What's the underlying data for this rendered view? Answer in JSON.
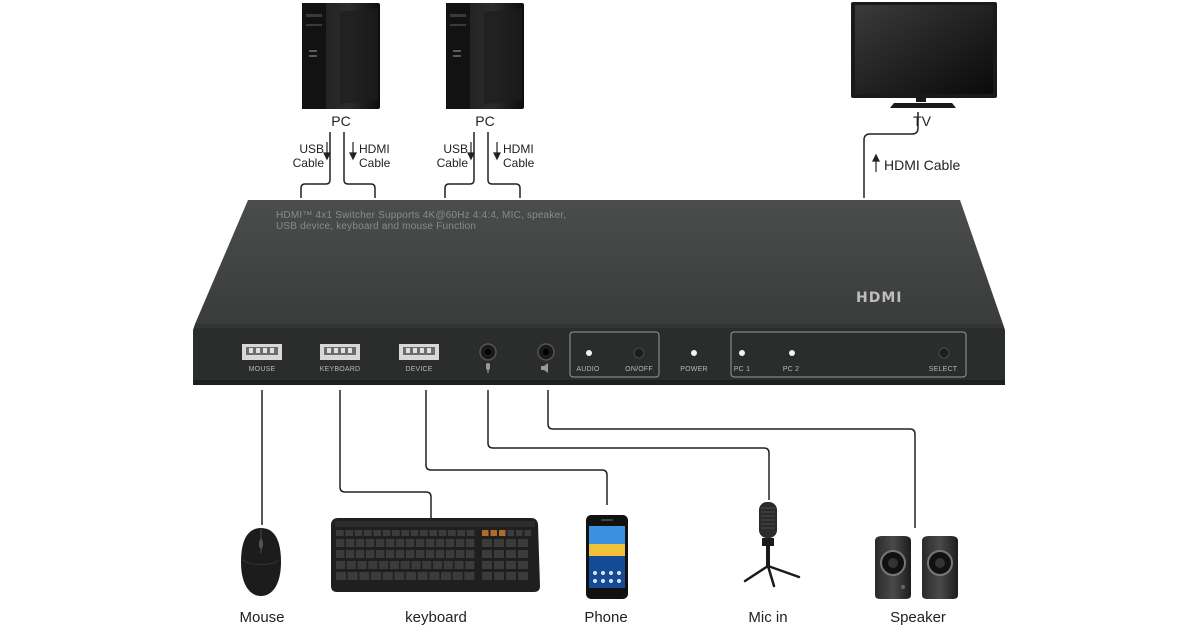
{
  "device": {
    "description_line1": "HDMI™ 4x1 Switcher Supports 4K@60Hz 4:4:4, MIC, speaker,",
    "description_line2": "USB device, keyboard and mouse Function",
    "logo": "HDMI",
    "ports": {
      "mouse": "MOUSE",
      "keyboard": "KEYBOARD",
      "device": "DEVICE",
      "audio": "AUDIO",
      "on_off": "ON/OFF",
      "power": "POWER",
      "pc1": "PC 1",
      "pc2": "PC 2",
      "select": "SELECT"
    },
    "colors": {
      "body": "#3b3d3d",
      "front": "#2a2b2b",
      "top_highlight": "#4a4c4c"
    }
  },
  "inputs": [
    {
      "label": "PC",
      "usb_cable": [
        "USB",
        "Cable"
      ],
      "hdmi_cable": [
        "HDMI",
        "Cable"
      ]
    },
    {
      "label": "PC",
      "usb_cable": [
        "USB",
        "Cable"
      ],
      "hdmi_cable": [
        "HDMI",
        "Cable"
      ]
    }
  ],
  "output": {
    "label": "TV",
    "cable": "HDMI Cable"
  },
  "peripherals": [
    {
      "label": "Mouse",
      "icon": "mouse-icon"
    },
    {
      "label": "keyboard",
      "icon": "keyboard-icon"
    },
    {
      "label": "Phone",
      "icon": "phone-icon"
    },
    {
      "label": "Mic in",
      "icon": "microphone-icon"
    },
    {
      "label": "Speaker",
      "icon": "speaker-icon"
    }
  ]
}
